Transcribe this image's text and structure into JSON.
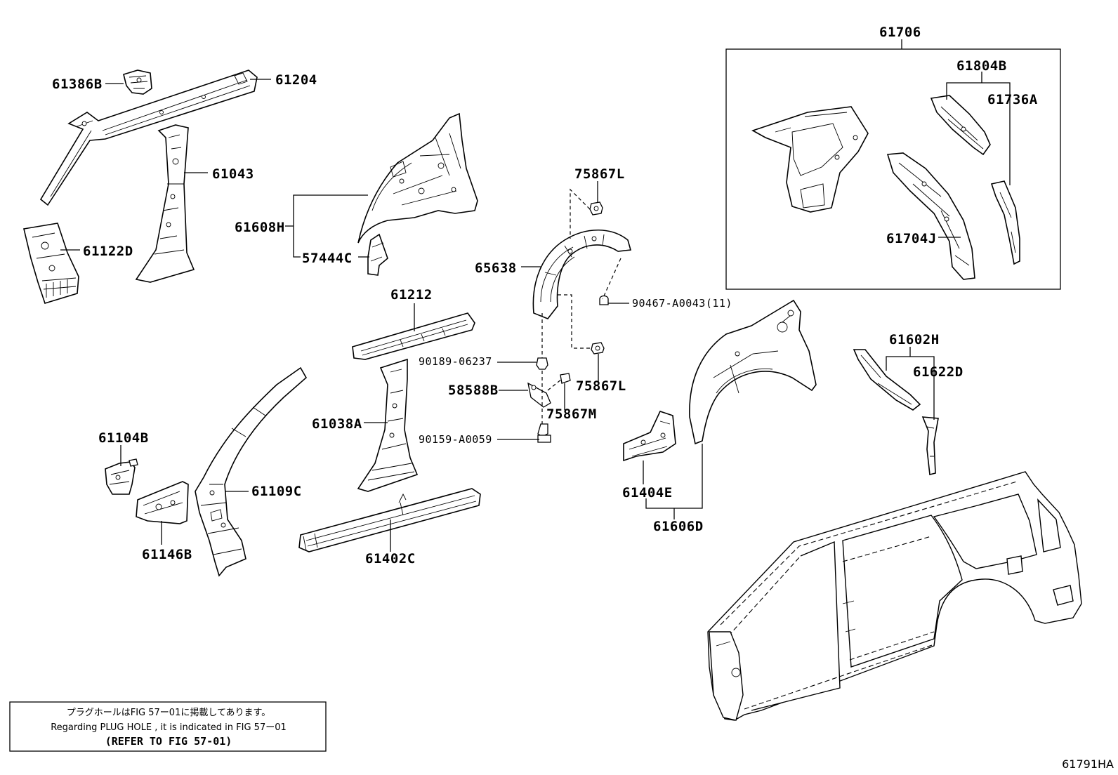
{
  "diagram": {
    "figure_code": "61791HA",
    "group_label": "61706",
    "labels": {
      "p61386B": "61386B",
      "p61204": "61204",
      "p61043": "61043",
      "p61122D": "61122D",
      "p61608H": "61608H",
      "p57444C": "57444C",
      "p75867L_top": "75867L",
      "p65638": "65638",
      "p90467": "90467-A0043(11)",
      "p61212": "61212",
      "p90189": "90189-06237",
      "p75867L_mid": "75867L",
      "p58588B": "58588B",
      "p75867M": "75867M",
      "p90159": "90159-A0059",
      "p61038A": "61038A",
      "p61104B": "61104B",
      "p61109C": "61109C",
      "p61146B": "61146B",
      "p61402C": "61402C",
      "p61706": "61706",
      "p61804B": "61804B",
      "p61736A": "61736A",
      "p61704J": "61704J",
      "p61602H": "61602H",
      "p61622D": "61622D",
      "p61404E": "61404E",
      "p61606D": "61606D"
    },
    "note": {
      "japanese": "プラグホールはFIG 57ー01に掲載してあります。",
      "english": "Regarding  PLUG  HOLE , it is indicated in  FIG  57ー01",
      "reference": "(REFER TO FIG 57-01)"
    }
  }
}
